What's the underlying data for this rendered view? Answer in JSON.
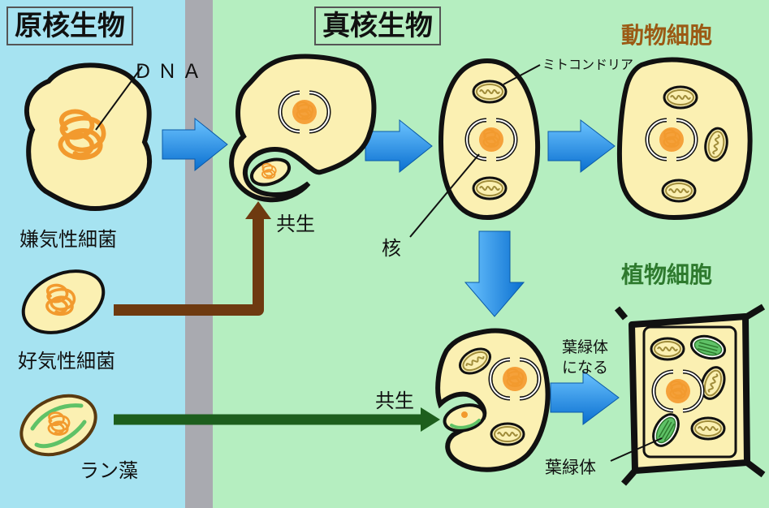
{
  "titles": {
    "prokaryote": "原核生物",
    "eukaryote": "真核生物",
    "animal_cell": "動物細胞",
    "plant_cell": "植物細胞"
  },
  "labels": {
    "dna": "ＤＮＡ",
    "anaerobic_bacteria": "嫌気性細菌",
    "aerobic_bacteria": "好気性細菌",
    "cyanobacteria": "ラン藻",
    "symbiosis_1": "共生",
    "symbiosis_2": "共生",
    "mitochondria": "ミトコンドリア",
    "nucleus": "核",
    "becomes_chloroplast_line1": "葉緑体",
    "becomes_chloroplast_line2": "になる",
    "chloroplast": "葉緑体"
  },
  "colors": {
    "prokaryote_bg": "#a6e3f1",
    "eukaryote_bg": "#b5eec0",
    "gap_bg": "#a9aab0",
    "cell_fill": "#fbf0b2",
    "outline": "#111111",
    "dna": "#f29a2e",
    "mitochondria_stroke": "#a08c3a",
    "chloroplast_fill": "#5fc267",
    "arrow_blue": "#1a8fe8",
    "arrow_brown": "#6e3a10",
    "arrow_green": "#1d5e1d",
    "animal_title": "#9b5a14",
    "plant_title": "#2e7a2e"
  }
}
